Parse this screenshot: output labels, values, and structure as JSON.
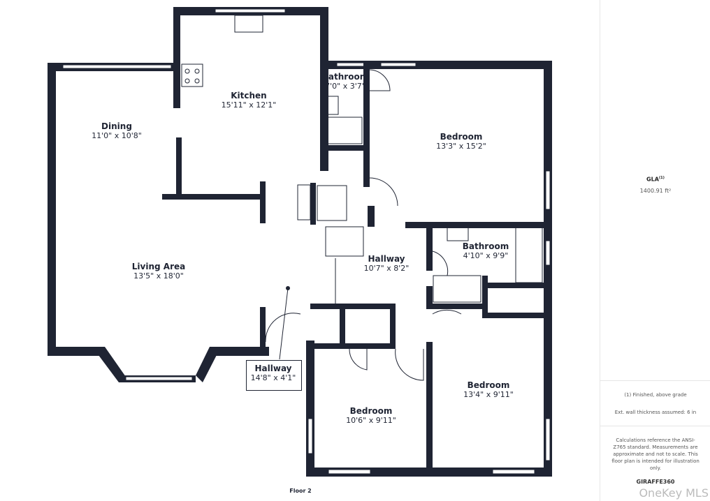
{
  "rooms": {
    "kitchen": {
      "name": "Kitchen",
      "dims": "15'11\" x 12'1\""
    },
    "dining": {
      "name": "Dining",
      "dims": "11'0\" x 10'8\""
    },
    "bathroom1": {
      "name": "Bathroom",
      "dims": "7'0\" x 3'7\""
    },
    "bedroom1": {
      "name": "Bedroom",
      "dims": "13'3\" x 15'2\""
    },
    "living": {
      "name": "Living Area",
      "dims": "13'5\" x 18'0\""
    },
    "hallway1": {
      "name": "Hallway",
      "dims": "10'7\" x 8'2\""
    },
    "bathroom2": {
      "name": "Bathroom",
      "dims": "4'10\" x 9'9\""
    },
    "hallway2": {
      "name": "Hallway",
      "dims": "14'8\" x 4'1\""
    },
    "bedroom2": {
      "name": "Bedroom",
      "dims": "10'6\" x 9'11\""
    },
    "bedroom3": {
      "name": "Bedroom",
      "dims": "13'4\" x 9'11\""
    }
  },
  "floor_label": "Floor 2",
  "panel": {
    "gla_label": "GLA",
    "gla_sup": "(1)",
    "gla_value": "1400.91 ft²",
    "note1": "(1) Finished, above grade",
    "note2": "Ext. wall thickness assumed: 6 in",
    "disclaimer": "Calculations reference the ANSI-Z765 standard. Measurements are approximate and not to scale. This floor plan is intended for illustration only.",
    "brand": "GIRAFFE360"
  },
  "watermark": "OneKey MLS",
  "colors": {
    "wall": "#1f2433"
  }
}
